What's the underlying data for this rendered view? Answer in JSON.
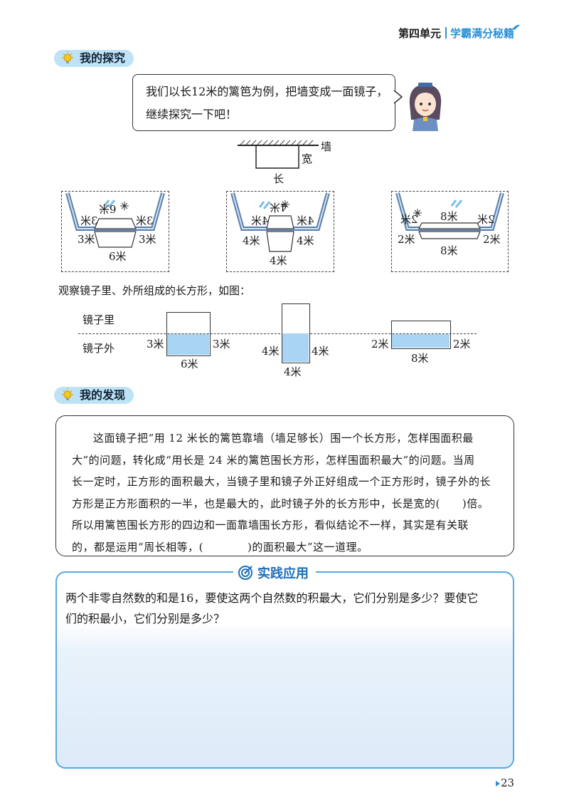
{
  "header": {
    "unit": "第四单元",
    "subtitle": "学霸满分秘籍"
  },
  "explore": {
    "label": "我的探究",
    "bubble_line1": "我们以长12米的篱笆为例，把墙变成一面镜子，",
    "bubble_line2": "继续探究一下吧！"
  },
  "wall_diagram": {
    "wall": "墙",
    "width": "宽",
    "length": "长"
  },
  "mirrors": [
    {
      "reflect_left": "3米",
      "reflect_right": "3米",
      "reflect_top": "6米",
      "side_left": "3米",
      "side_right": "3米",
      "bottom": "6米"
    },
    {
      "reflect_left": "4米",
      "reflect_right": "4米",
      "reflect_top": "4米",
      "side_left": "4米",
      "side_right": "4米",
      "bottom": "4米"
    },
    {
      "reflect_left": "2米",
      "reflect_right": "2米",
      "reflect_top": "8米",
      "side_left": "2米",
      "side_right": "2米",
      "bottom": "8米"
    }
  ],
  "observe": {
    "caption": "观察镜子里、外所组成的长方形，如图：",
    "inside": "镜子里",
    "outside": "镜子外",
    "rects": [
      {
        "left": "3米",
        "right": "3米",
        "bottom": "6米"
      },
      {
        "left": "4米",
        "right": "4米",
        "bottom": "4米"
      },
      {
        "left": "2米",
        "right": "2米",
        "bottom": "8米"
      }
    ]
  },
  "discovery": {
    "label": "我的发现",
    "line1": "这面镜子把“用 12 米长的篱笆靠墙（墙足够长）围一个长方形，怎样围面积最",
    "line2": "大”的问题，转化成“用长是 24 米的篱笆围长方形，怎样围面积最大”的问题。当周",
    "line3": "长一定时，正方形的面积最大，当镜子里和镜子外正好组成一个正方形时，镜子外的长",
    "line4": "方形是正方形面积的一半，也是最大的，此时镜子外的长方形中，长是宽的(　　)倍。",
    "line5": "所以用篱笆围长方形的四边和一面靠墙围长方形，看似结论不一样，其实是有关联",
    "line6": "的，都是运用“周长相等，(　　　　)的面积最大”这一道理。"
  },
  "practice": {
    "label": "实践应用",
    "line1": "两个非零自然数的和是16，要使这两个自然数的积最大，它们分别是多少？要使它",
    "line2": "们的积最小，它们分别是多少？"
  },
  "page_number": "23",
  "colors": {
    "accent": "#2a8fd6",
    "label_bg": "#bfe3f6",
    "water": "#a9d4f2",
    "practice_border": "#5aa9df"
  }
}
